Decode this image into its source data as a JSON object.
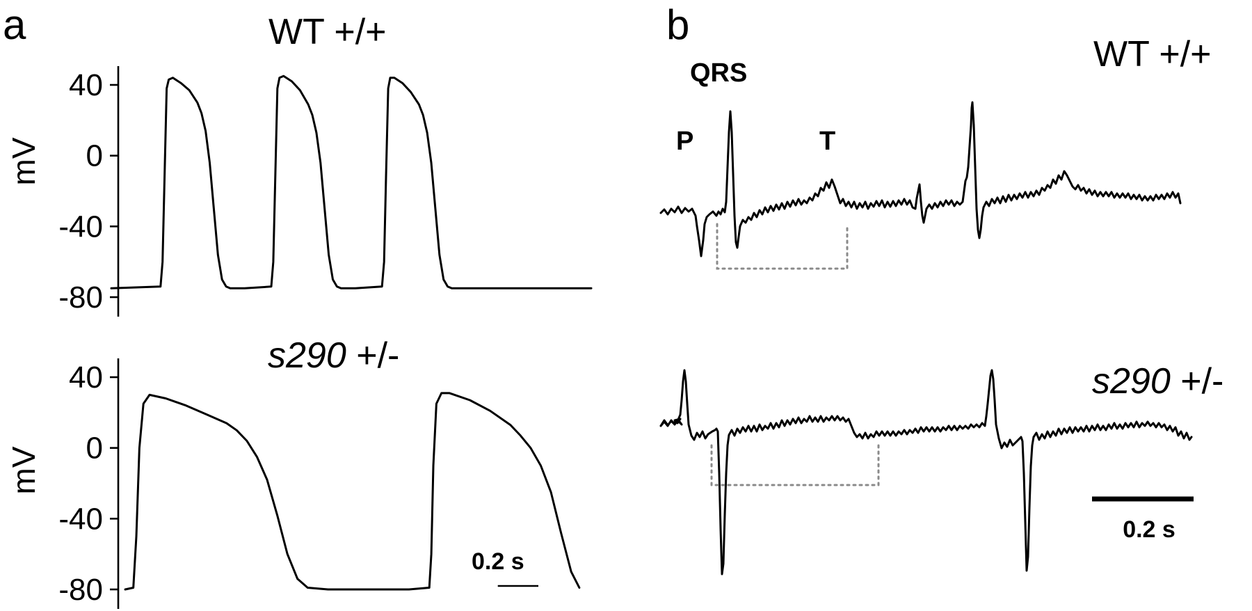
{
  "panels": {
    "a": {
      "letter": "a",
      "top": {
        "title_main": "WT",
        "title_suffix": " +/+"
      },
      "bottom": {
        "title_italic": "s290",
        "title_suffix": " +/-"
      },
      "ylabel": "mV",
      "scale_label": "0.2 s"
    },
    "b": {
      "letter": "b",
      "top": {
        "title_main": "WT +/+"
      },
      "bottom": {
        "title_italic": "s290",
        "title_suffix": " +/-"
      },
      "wave_labels": {
        "p": "P",
        "qrs": "QRS",
        "t": "T"
      },
      "scale_label": "0.2 s"
    }
  },
  "chart_data": [
    {
      "type": "line",
      "panel": "a-top",
      "title": "WT +/+",
      "ylabel": "mV",
      "yticks": [
        40,
        0,
        -40,
        -80
      ],
      "ylim": [
        -90,
        50
      ],
      "xlim": [
        0,
        2.34
      ],
      "scale_bar_s": 0.2,
      "grid": false,
      "series": [
        {
          "x": [
            0,
            0.24,
            0.25,
            0.26,
            0.27,
            0.28,
            0.3,
            0.34,
            0.38,
            0.42,
            0.44,
            0.46,
            0.48,
            0.5,
            0.52,
            0.54,
            0.56,
            0.58,
            0.6,
            0.65,
            0.78,
            0.79,
            0.8,
            0.81,
            0.82,
            0.84,
            0.88,
            0.92,
            0.96,
            0.98,
            1.0,
            1.02,
            1.04,
            1.06,
            1.08,
            1.1,
            1.12,
            1.14,
            1.19,
            1.32,
            1.33,
            1.34,
            1.35,
            1.36,
            1.38,
            1.42,
            1.46,
            1.5,
            1.52,
            1.54,
            1.56,
            1.58,
            1.6,
            1.62,
            1.64,
            1.66,
            1.68,
            1.73,
            2.34
          ],
          "y": [
            -75,
            -74,
            -60,
            -10,
            38,
            43,
            44,
            41,
            37,
            30,
            24,
            14,
            -4,
            -30,
            -56,
            -70,
            -74,
            -75,
            -75,
            -75,
            -74,
            -60,
            -10,
            38,
            44,
            45,
            42,
            37,
            29,
            23,
            13,
            -4,
            -30,
            -56,
            -70,
            -74,
            -75,
            -75,
            -75,
            -74,
            -60,
            -10,
            38,
            44,
            44,
            41,
            36,
            29,
            23,
            13,
            -4,
            -30,
            -56,
            -70,
            -74,
            -75,
            -75,
            -75,
            -75
          ]
        }
      ]
    },
    {
      "type": "line",
      "panel": "a-bottom",
      "title": "s290 +/-",
      "ylabel": "mV",
      "yticks": [
        40,
        0,
        -40,
        -80
      ],
      "ylim": [
        -90,
        50
      ],
      "xlim": [
        0,
        2.34
      ],
      "scale_bar_s": 0.2,
      "grid": false,
      "series": [
        {
          "x": [
            0,
            0.04,
            0.055,
            0.07,
            0.09,
            0.12,
            0.2,
            0.3,
            0.4,
            0.5,
            0.55,
            0.6,
            0.65,
            0.7,
            0.75,
            0.8,
            0.85,
            0.9,
            1.0,
            1.1,
            1.2,
            1.3,
            1.4,
            1.5,
            1.51,
            1.52,
            1.535,
            1.56,
            1.6,
            1.7,
            1.8,
            1.9,
            1.95,
            2.0,
            2.05,
            2.1,
            2.15,
            2.2,
            2.24
          ],
          "y": [
            -80,
            -79,
            -50,
            0,
            25,
            30,
            28,
            24,
            19,
            14,
            10,
            4,
            -5,
            -18,
            -38,
            -60,
            -74,
            -79,
            -80,
            -80,
            -80,
            -80,
            -80,
            -79,
            -60,
            -10,
            25,
            31,
            31,
            27,
            21,
            13,
            7,
            0,
            -10,
            -25,
            -48,
            -70,
            -79
          ]
        }
      ]
    }
  ]
}
